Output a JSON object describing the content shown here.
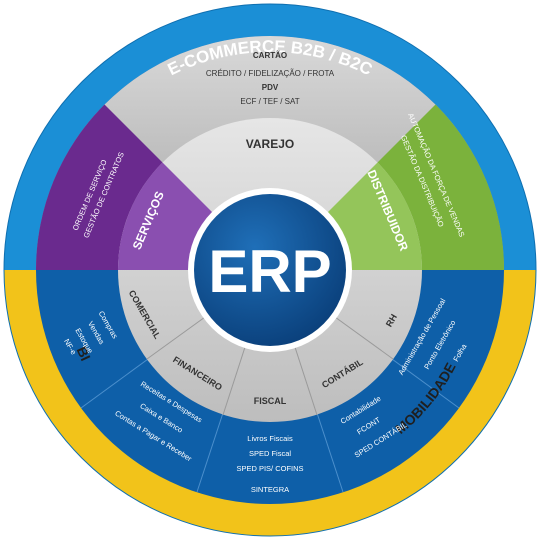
{
  "center": {
    "label": "ERP"
  },
  "outer_ring": {
    "top": "E-COMMERCE B2B / B2C",
    "bottom_left": "BI",
    "bottom_right": "MOBILIDADE"
  },
  "upper_segments": {
    "varejo": {
      "label": "VAREJO",
      "items": [
        "CARTÃO",
        "CRÉDITO / FIDELIZAÇÃO / FROTA",
        "PDV",
        "ECF / TEF / SAT"
      ]
    },
    "servicos": {
      "label": "SERVIÇOS",
      "items": [
        "ORDEM DE SERVIÇO",
        "GESTÃO DE CONTRATOS"
      ]
    },
    "distribuidor": {
      "label": "DISTRIBUIDOR",
      "items": [
        "AUTOMAÇÃO DA FORÇA DE VENDAS",
        "GESTÃO DA DISTRIBUIÇÃO"
      ]
    }
  },
  "lower_segments": {
    "comercial": {
      "label": "COMERCIAL",
      "items": [
        "Compras",
        "Vendas",
        "Estoque",
        "NF-e"
      ]
    },
    "financeiro": {
      "label": "FINANCEIRO",
      "items": [
        "Receitas e Despesas",
        "Caixa e Banco",
        "Contas a Pagar e Receber"
      ]
    },
    "fiscal": {
      "label": "FISCAL",
      "items": [
        "Livros Fiscais",
        "SPED Fiscal",
        "SPED PIS/ COFINS",
        "SINTEGRA"
      ]
    },
    "contabil": {
      "label": "CONTÁBIL",
      "items": [
        "Contabilidade",
        "FCONT",
        "SPED CONTÁBIL"
      ]
    },
    "rh": {
      "label": "RH",
      "items": [
        "Administração de Pessoal",
        "Ponto Eletrônico",
        "Folha"
      ]
    }
  },
  "colors": {
    "outer_blue": "#1b8fd6",
    "outer_yellow": "#f2c31a",
    "lower_blue": "#0e5fa8",
    "inner_gray": "#c9c9c9",
    "upper_gray": "#a9a9a9",
    "purple": "#6a2a8e",
    "green": "#7bb23c",
    "center_blue": "#0d4f92"
  }
}
